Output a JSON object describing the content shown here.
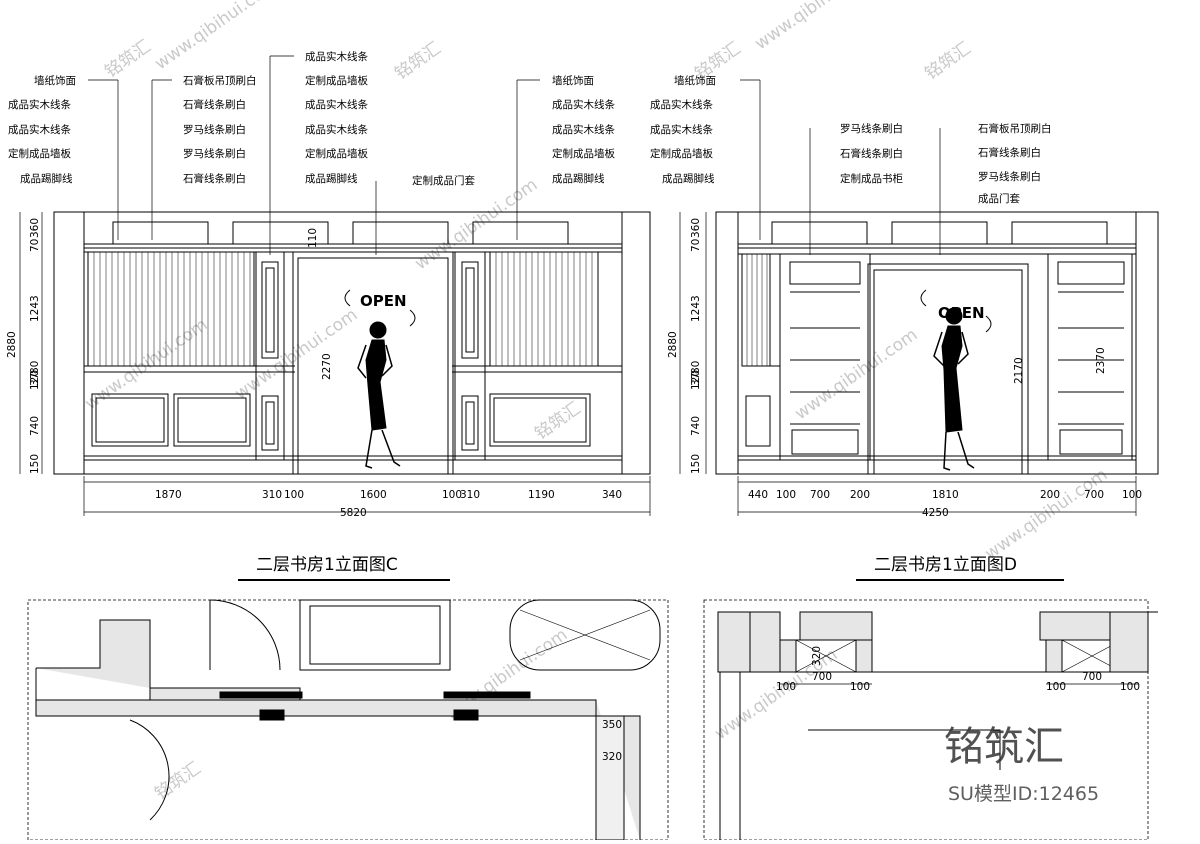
{
  "watermark": {
    "brand": "铭筑汇",
    "url": "www.qibihui.com",
    "big_text": "铭筑汇",
    "model_id": "SU模型ID:12465"
  },
  "elevation_c": {
    "title": "二层书房1立面图C",
    "labels_col1": [
      "墙纸饰面",
      "成品实木线条",
      "成品实木线条",
      "定制成品墙板",
      "成品踢脚线"
    ],
    "labels_col2": [
      "石膏板吊顶刷白",
      "石膏线条刷白",
      "罗马线条刷白",
      "罗马线条刷白",
      "石膏线条刷白"
    ],
    "labels_col3": [
      "成品实木线条",
      "定制成品墙板",
      "成品实木线条",
      "成品实木线条",
      "定制成品墙板",
      "成品踢脚线"
    ],
    "label_door": "定制成品门套",
    "labels_col4": [
      "墙纸饰面",
      "成品实木线条",
      "成品实木线条",
      "定制成品墙板",
      "成品踢脚线"
    ],
    "dims_v": [
      "360",
      "70",
      "1243",
      "80",
      "37",
      "120",
      "740",
      "150"
    ],
    "dim_total_v": "2880",
    "dims_h": [
      "1870",
      "310",
      "100",
      "1600",
      "100",
      "310",
      "1190",
      "340"
    ],
    "dim_total_h": "5820",
    "door_h": "2270",
    "door_top": "110",
    "open_sign": "OPEN"
  },
  "elevation_d": {
    "title": "二层书房1立面图D",
    "labels_left": [
      "墙纸饰面",
      "成品实木线条",
      "成品实木线条",
      "定制成品墙板",
      "成品踢脚线"
    ],
    "labels_mid": [
      "罗马线条刷白",
      "石膏线条刷白",
      "定制成品书柜"
    ],
    "labels_right": [
      "石膏板吊顶刷白",
      "石膏线条刷白",
      "罗马线条刷白",
      "成品门套"
    ],
    "dims_v": [
      "360",
      "70",
      "1243",
      "80",
      "37",
      "120",
      "740",
      "150"
    ],
    "dim_total_v": "2880",
    "dims_h": [
      "440",
      "100",
      "700",
      "200",
      "1810",
      "200",
      "700",
      "100"
    ],
    "dim_total_h": "4250",
    "door_h": "2170",
    "cab_h": "2370",
    "open_sign": "OPEN"
  },
  "plan_c": {
    "dims": [
      "350",
      "320"
    ]
  },
  "plan_d": {
    "dims": [
      "320",
      "100",
      "700",
      "100",
      "100",
      "700",
      "100"
    ]
  }
}
